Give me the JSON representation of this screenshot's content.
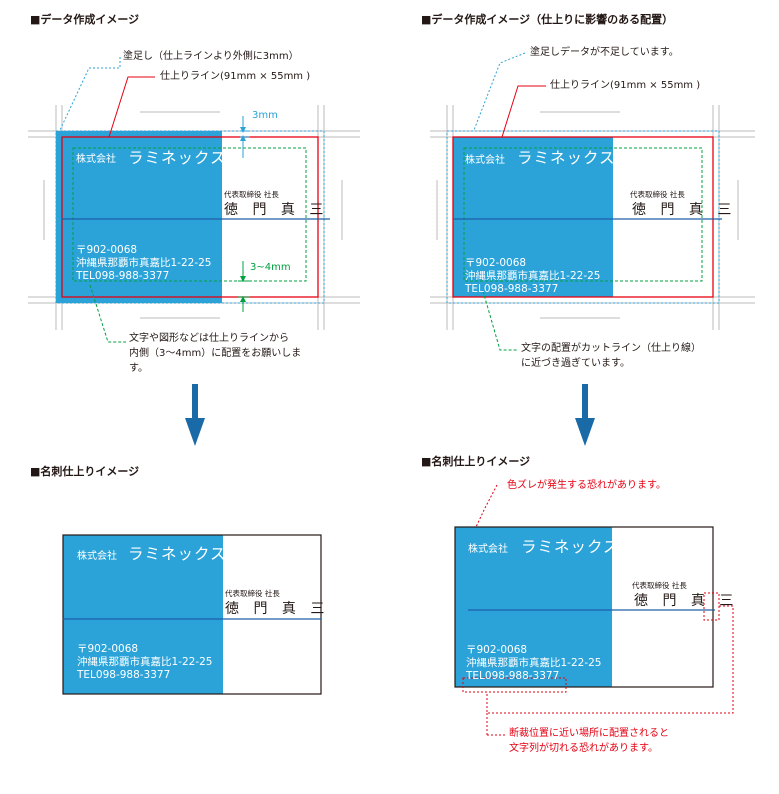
{
  "headings": {
    "data_image": "■データ作成イメージ",
    "data_image_bad": "■データ作成イメージ（仕上りに影響のある配置）",
    "finish_image": "■名刺仕上りイメージ",
    "finish_image_bad": "■名刺仕上りイメージ"
  },
  "notes": {
    "bleed": "塗足し（仕上ラインより外側に3mm）",
    "bleed_short": "塗足しデータが不足しています。",
    "trim_left": "仕上りライン(91mm × 55mm )",
    "trim_right": "仕上りライン(91mm × 55mm )",
    "dim_3mm": "3mm",
    "dim_3_4mm": "3~4mm",
    "safe_line1": "文字や図形などは仕上りラインから",
    "safe_line2": "内側（3〜4mm）に配置をお願いしま",
    "safe_line3": "す。",
    "cut_line1": "文字の配置がカットライン（仕上り線）",
    "cut_line2": "に近づき過ぎています。",
    "shift": "色ズレが発生する恐れがあります。",
    "trim_risk1": "断裁位置に近い場所に配置されると",
    "trim_risk2": "文字列が切れる恐れがあります。"
  },
  "card": {
    "company_prefix": "株式会社",
    "company_name": "ラミネックス",
    "title": "代表取締役 社長",
    "person": "徳 門 真 三",
    "postal": "〒902-0068",
    "address": "沖縄県那覇市真嘉比1-22-25",
    "tel": "TEL098-988-3377"
  },
  "colors": {
    "card_blue": "#2ba3d8",
    "trim_red": "#e60012",
    "bleed_blue": "#2ba3d8",
    "safe_green": "#00a040",
    "arrow_blue": "#1a6aa8",
    "rule_blue": "#1e5fa8"
  }
}
